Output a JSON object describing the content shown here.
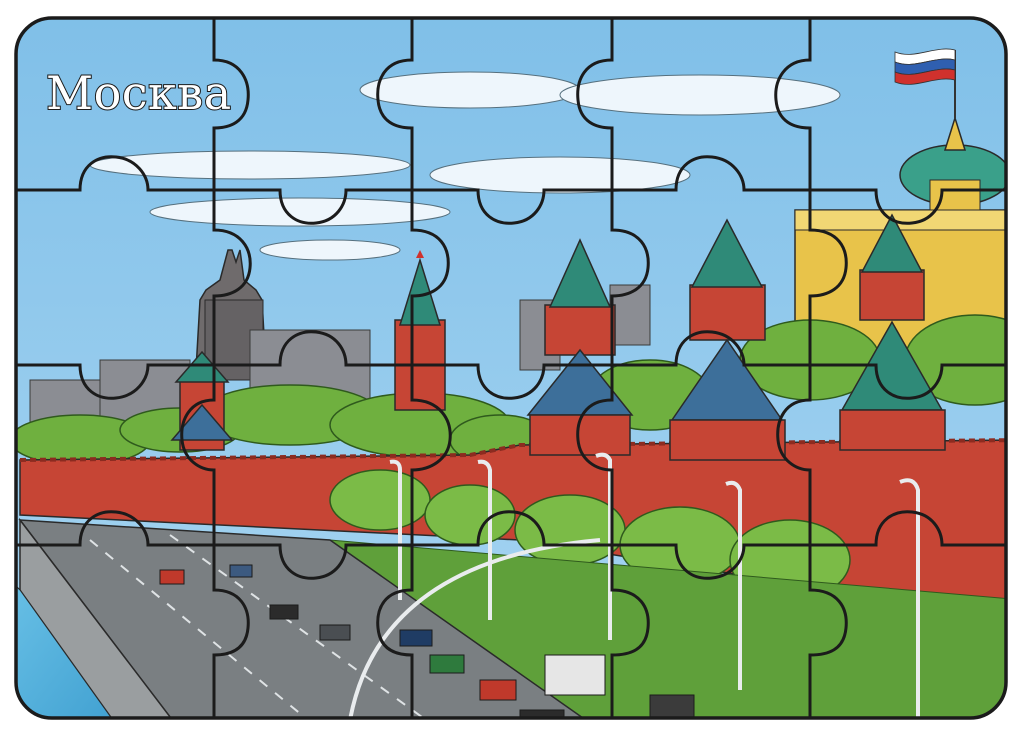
{
  "puzzle": {
    "title": "Москва",
    "rows": 4,
    "columns": 5,
    "piece_count": 20,
    "colors": {
      "sky": "#86c3ea",
      "wall_red": "#c64535",
      "tower_roof": "#2f8a78",
      "foliage": "#6fb03f",
      "road": "#7a7f82",
      "river": "#5ab7e0",
      "outline": "#1b1b1b",
      "flag_white": "#ffffff",
      "flag_blue": "#2f5fb0",
      "flag_red": "#d0312d"
    }
  }
}
